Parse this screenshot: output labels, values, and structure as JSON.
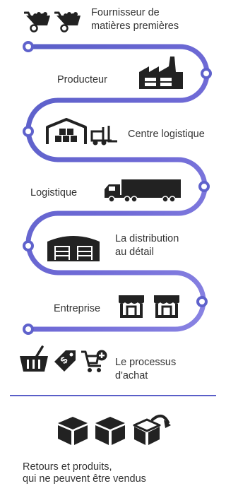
{
  "colors": {
    "path_gradient_start": "#5a5fc8",
    "path_gradient_mid": "#6f6ad6",
    "path_gradient_end": "#8a84e3",
    "icon": "#222222",
    "text": "#333333",
    "divider": "#5a5fc8"
  },
  "steps": [
    {
      "id": "supplier",
      "label": "Fournisseur de\nmatières premières",
      "icons": [
        "wheelbarrow-icon",
        "wheelbarrow-icon"
      ]
    },
    {
      "id": "producer",
      "label": "Producteur",
      "icons": [
        "factory-icon"
      ]
    },
    {
      "id": "logistics-center",
      "label": "Centre logistique",
      "icons": [
        "warehouse-icon",
        "forklift-icon"
      ]
    },
    {
      "id": "logistics",
      "label": "Logistique",
      "icons": [
        "truck-icon"
      ]
    },
    {
      "id": "retail",
      "label": "La distribution\nau détail",
      "icons": [
        "distribution-center-icon"
      ]
    },
    {
      "id": "business",
      "label": "Entreprise",
      "icons": [
        "storefront-icon",
        "storefront-icon"
      ]
    },
    {
      "id": "purchase",
      "label": "Le processus\nd'achat",
      "icons": [
        "basket-icon",
        "price-tag-icon",
        "add-to-cart-icon"
      ]
    }
  ],
  "returns": {
    "label": "Retours et produits,\nqui ne peuvent être vendus",
    "icons": [
      "box-icon",
      "box-icon",
      "return-box-icon"
    ]
  }
}
